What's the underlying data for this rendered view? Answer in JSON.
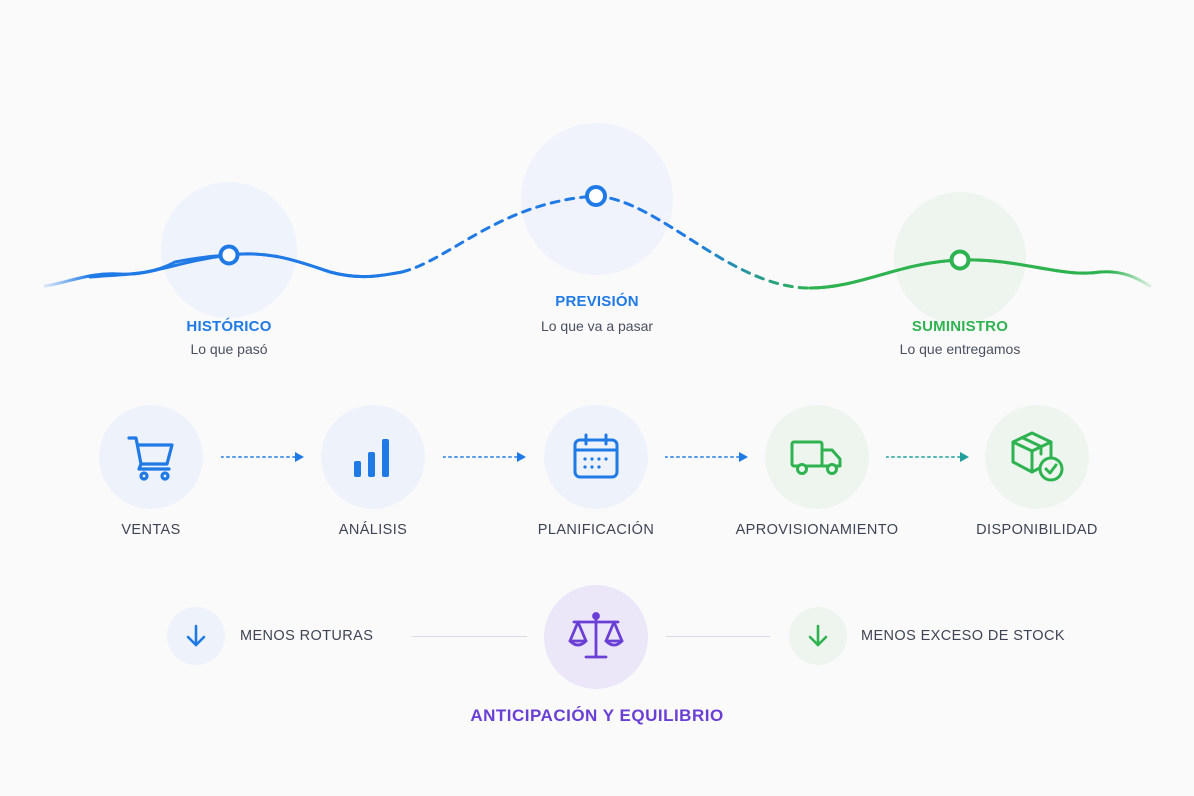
{
  "colors": {
    "blue": "#1f7ae6",
    "green": "#2fb350",
    "purple": "#6a3fd6",
    "halo_blue": "#eef3fc",
    "halo_green": "#eef6ef",
    "halo_purple": "#ece6f9"
  },
  "stages": [
    {
      "title": "HISTÓRICO",
      "subtitle": "Lo que pasó"
    },
    {
      "title": "PREVISIÓN",
      "subtitle": "Lo que va a pasar"
    },
    {
      "title": "SUMINISTRO",
      "subtitle": "Lo que entregamos"
    }
  ],
  "steps": [
    {
      "label": "VENTAS",
      "icon": "cart-icon"
    },
    {
      "label": "ANÁLISIS",
      "icon": "bar-chart-icon"
    },
    {
      "label": "PLANIFICACIÓN",
      "icon": "calendar-icon"
    },
    {
      "label": "APROVISIONAMIENTO",
      "icon": "truck-icon"
    },
    {
      "label": "DISPONIBILIDAD",
      "icon": "box-check-icon"
    }
  ],
  "benefits": {
    "left": {
      "label": "MENOS ROTURAS",
      "icon": "arrow-down-icon"
    },
    "right": {
      "label": "MENOS EXCESO DE STOCK",
      "icon": "arrow-down-icon"
    }
  },
  "center": {
    "title": "ANTICIPACIÓN Y EQUILIBRIO",
    "icon": "scale-icon"
  }
}
